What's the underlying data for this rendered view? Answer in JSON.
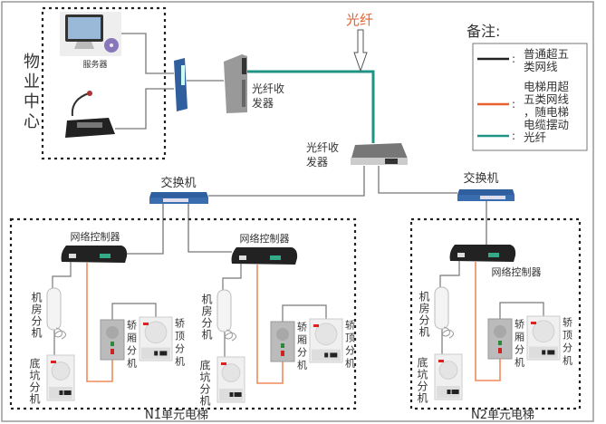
{
  "property_center": {
    "label": "物业中心",
    "server_label": "服务器"
  },
  "fiber_transceiver_label": [
    "光纤收",
    "发器"
  ],
  "fiber_callout": "光纤",
  "switch_label": "交换机",
  "controller_label": "网络控制器",
  "device_labels": {
    "machine_room": "机房分机",
    "pit": "底坑分机",
    "car": "轿厢分机",
    "car_top": "轿顶分机"
  },
  "units": [
    {
      "label": "N1单元电梯"
    },
    {
      "label": "N2单元电梯"
    }
  ],
  "legend": {
    "title": "备注:",
    "items": [
      {
        "lines": [
          "普通超五",
          "类网线"
        ],
        "color": "#222222"
      },
      {
        "lines": [
          "电梯用超",
          "五类网线",
          "，随电梯",
          "电缆摆动"
        ],
        "color": "#e8602c"
      },
      {
        "lines": [
          "光纤"
        ],
        "color": "#1f9485"
      }
    ]
  },
  "colors": {
    "ethernet": "#777777",
    "elevator_cable": "#f08a5a",
    "fiber": "#1f9485",
    "fiber_callout": "#e8602c",
    "switch_blue": "#2f5f9e"
  }
}
